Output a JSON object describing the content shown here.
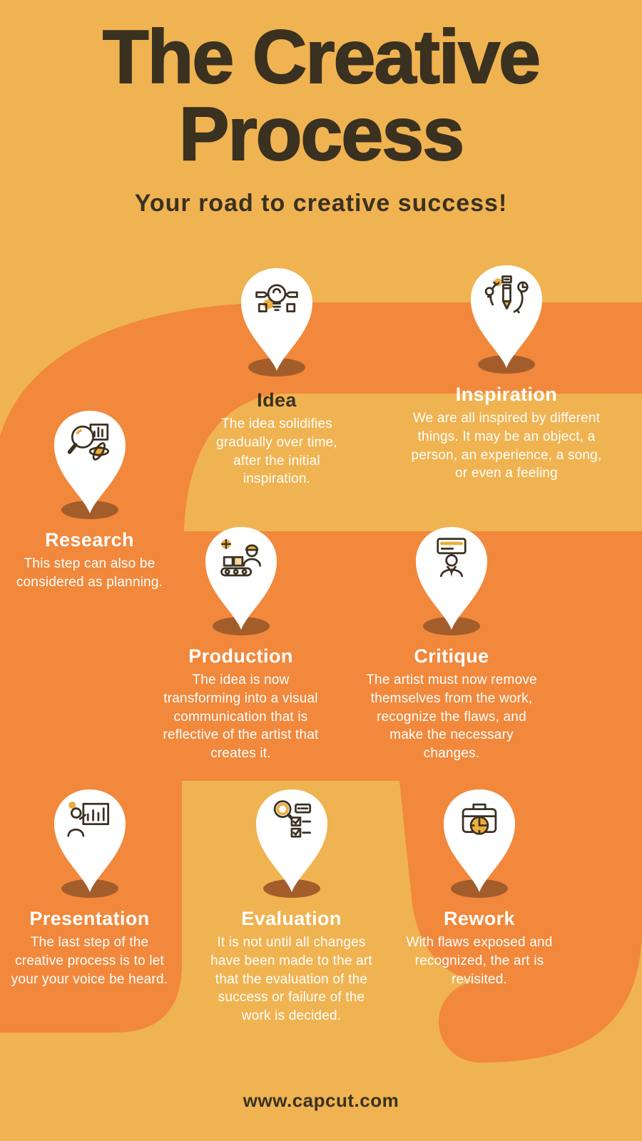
{
  "page": {
    "title_line1": "The Creative",
    "title_line2": "Process",
    "subtitle": "Your road to creative success!",
    "footer": "www.capcut.com"
  },
  "colors": {
    "background": "#F0B351",
    "road": "#F1883C",
    "heading_text": "#3A3121",
    "step_text": "#FFFFFF",
    "pin_fill": "#FFFFFF",
    "pin_shadow": "#A35D2B",
    "icon_line": "#3B3123",
    "icon_accent": "#ECAF3C"
  },
  "steps": [
    {
      "name": "Idea",
      "icon": "idea-lightbulb-gear-icon",
      "description": "The idea solidifies gradually over time, after the initial inspiration."
    },
    {
      "name": "Inspiration",
      "icon": "inspiration-pencil-cycle-icon",
      "description": "We are all inspired by different things.  It may be an object, a person, an experience, a song, or even a feeling"
    },
    {
      "name": "Research",
      "icon": "research-magnifier-chart-icon",
      "description": "This step can also be considered as planning."
    },
    {
      "name": "Production",
      "icon": "production-conveyor-worker-icon",
      "description": "The idea is now transforming into a visual communication that is reflective of the artist that creates it."
    },
    {
      "name": "Critique",
      "icon": "critique-person-board-icon",
      "description": "The artist must now remove themselves from the work, recognize the flaws, and make the necessary changes."
    },
    {
      "name": "Presentation",
      "icon": "presentation-speaker-chart-icon",
      "description": "The last step of the creative process is to let your your voice be heard."
    },
    {
      "name": "Evaluation",
      "icon": "evaluation-magnifier-checklist-icon",
      "description": "It is not until all changes have been made to the art that the evaluation of the success or failure of the work is decided."
    },
    {
      "name": "Rework",
      "icon": "rework-toolbox-clock-icon",
      "description": "With flaws exposed and recognized, the art is revisited."
    }
  ]
}
